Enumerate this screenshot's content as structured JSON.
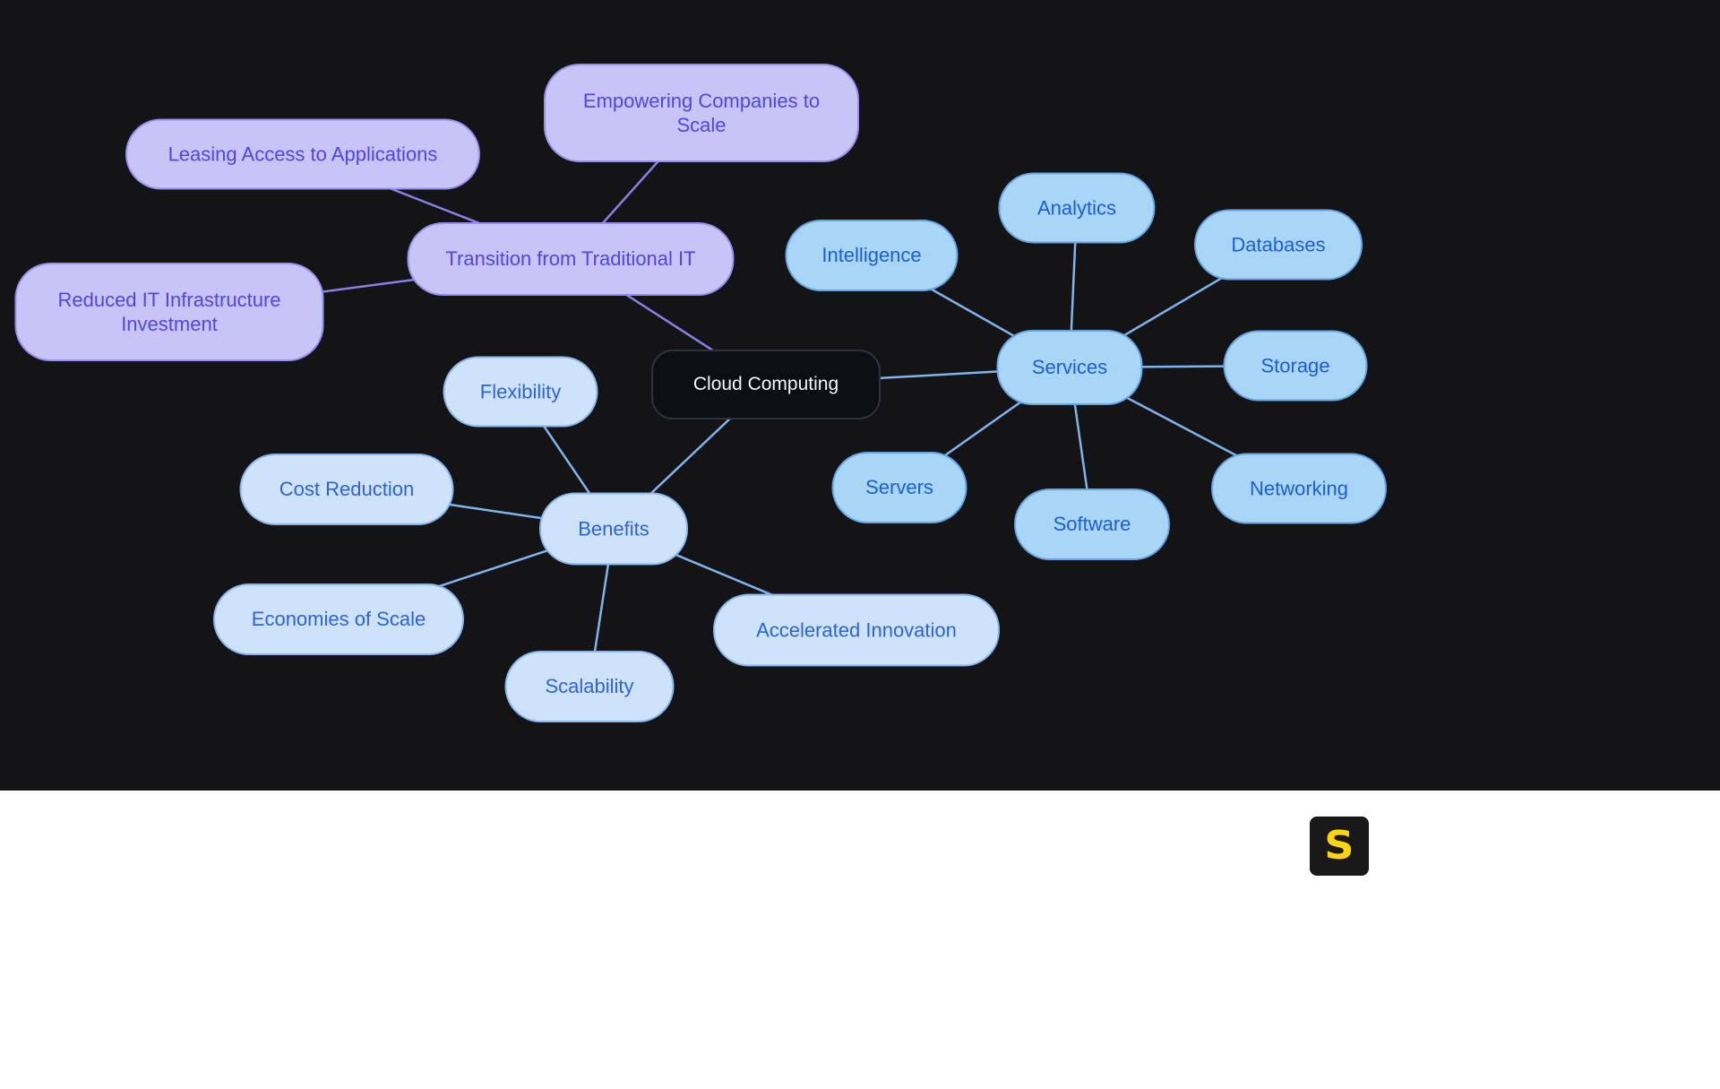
{
  "diagram": {
    "center": {
      "label": "Cloud Computing"
    },
    "nodes": {
      "transition": {
        "label": "Transition from Traditional IT"
      },
      "leasing": {
        "label": "Leasing Access to Applications"
      },
      "empowering": {
        "label": "Empowering Companies to Scale"
      },
      "reduced": {
        "label": "Reduced IT Infrastructure Investment"
      },
      "services": {
        "label": "Services"
      },
      "analytics": {
        "label": "Analytics"
      },
      "databases": {
        "label": "Databases"
      },
      "intelligence": {
        "label": "Intelligence"
      },
      "storage": {
        "label": "Storage"
      },
      "networking": {
        "label": "Networking"
      },
      "software": {
        "label": "Software"
      },
      "servers": {
        "label": "Servers"
      },
      "benefits": {
        "label": "Benefits"
      },
      "flexibility": {
        "label": "Flexibility"
      },
      "cost_reduction": {
        "label": "Cost Reduction"
      },
      "economies_of_scale": {
        "label": "Economies of Scale"
      },
      "scalability": {
        "label": "Scalability"
      },
      "accelerated_innovation": {
        "label": "Accelerated Innovation"
      }
    },
    "edges": [
      {
        "from": "cloud_computing",
        "to": "transition",
        "branch": "purple"
      },
      {
        "from": "transition",
        "to": "leasing",
        "branch": "purple"
      },
      {
        "from": "transition",
        "to": "empowering",
        "branch": "purple"
      },
      {
        "from": "transition",
        "to": "reduced",
        "branch": "purple"
      },
      {
        "from": "cloud_computing",
        "to": "services",
        "branch": "blue"
      },
      {
        "from": "services",
        "to": "analytics",
        "branch": "blue"
      },
      {
        "from": "services",
        "to": "databases",
        "branch": "blue"
      },
      {
        "from": "services",
        "to": "intelligence",
        "branch": "blue"
      },
      {
        "from": "services",
        "to": "storage",
        "branch": "blue"
      },
      {
        "from": "services",
        "to": "networking",
        "branch": "blue"
      },
      {
        "from": "services",
        "to": "software",
        "branch": "blue"
      },
      {
        "from": "services",
        "to": "servers",
        "branch": "blue"
      },
      {
        "from": "cloud_computing",
        "to": "benefits",
        "branch": "blue"
      },
      {
        "from": "benefits",
        "to": "flexibility",
        "branch": "blue"
      },
      {
        "from": "benefits",
        "to": "cost_reduction",
        "branch": "blue"
      },
      {
        "from": "benefits",
        "to": "economies_of_scale",
        "branch": "blue"
      },
      {
        "from": "benefits",
        "to": "scalability",
        "branch": "blue"
      },
      {
        "from": "benefits",
        "to": "accelerated_innovation",
        "branch": "blue"
      }
    ],
    "colors": {
      "background": "#141416",
      "purple_fill": "#c9c4f7",
      "purple_border": "#978ef0",
      "purple_text": "#4f46e5",
      "blue_fill": "#a9d5f7",
      "blue_border": "#67a4e6",
      "blue_text": "#1b5ed8",
      "blue_light_fill": "#cfe2fb",
      "blue_light_border": "#85b6ef",
      "blue_light_text": "#2b64d9",
      "center_fill": "#0c0f14",
      "center_text": "#f5f6f8",
      "edge_purple": "#8a81e8",
      "edge_blue": "#7fb4ee"
    }
  },
  "footer": {
    "logo_letter": "S"
  }
}
